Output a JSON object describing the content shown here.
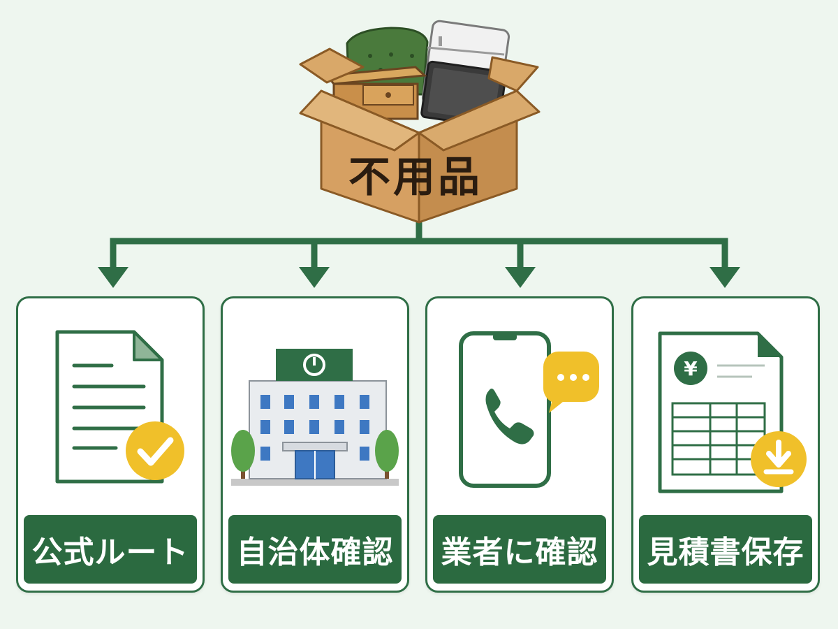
{
  "box": {
    "label": "不用品"
  },
  "steps": [
    {
      "label": "公式ルート",
      "icon": "document-check-icon"
    },
    {
      "label": "自治体確認",
      "icon": "city-hall-icon"
    },
    {
      "label": "業者に確認",
      "icon": "phone-chat-icon"
    },
    {
      "label": "見積書保存",
      "icon": "estimate-download-icon"
    }
  ],
  "estimate": {
    "currency_symbol": "¥"
  },
  "colors": {
    "primary_green": "#2b6a40",
    "accent_yellow": "#f0c02a",
    "cardboard": "#d9a869",
    "background": "#eef6ef"
  }
}
